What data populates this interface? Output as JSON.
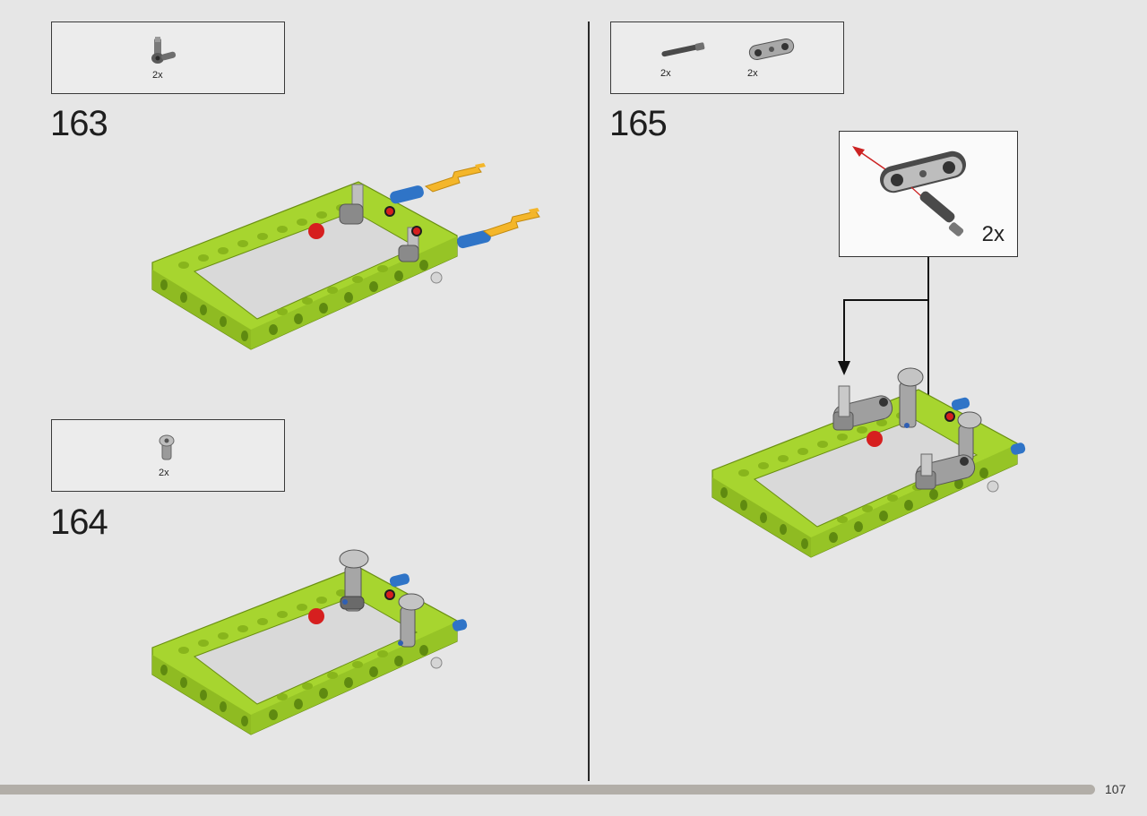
{
  "page": {
    "number": "107"
  },
  "steps": [
    {
      "number": "163",
      "parts": [
        {
          "name": "axle-connector",
          "qty": "2x"
        }
      ]
    },
    {
      "number": "164",
      "parts": [
        {
          "name": "angle-connector",
          "qty": "2x"
        }
      ]
    },
    {
      "number": "165",
      "parts": [
        {
          "name": "axle-pin",
          "qty": "2x"
        },
        {
          "name": "double-cross-block",
          "qty": "2x"
        }
      ],
      "callout": {
        "qty": "2x"
      }
    }
  ],
  "colors": {
    "lime_frame": "#a7d52f",
    "lime_dark": "#7fa81d",
    "hole": "#6d9a12",
    "gray_part": "#9a9a9a",
    "light_gray": "#c9c9c9",
    "blue_pin": "#2f74c7",
    "red_pin": "#d61f1f",
    "arrow_yellow": "#f4b62a",
    "arrow_red": "#cc2222"
  }
}
